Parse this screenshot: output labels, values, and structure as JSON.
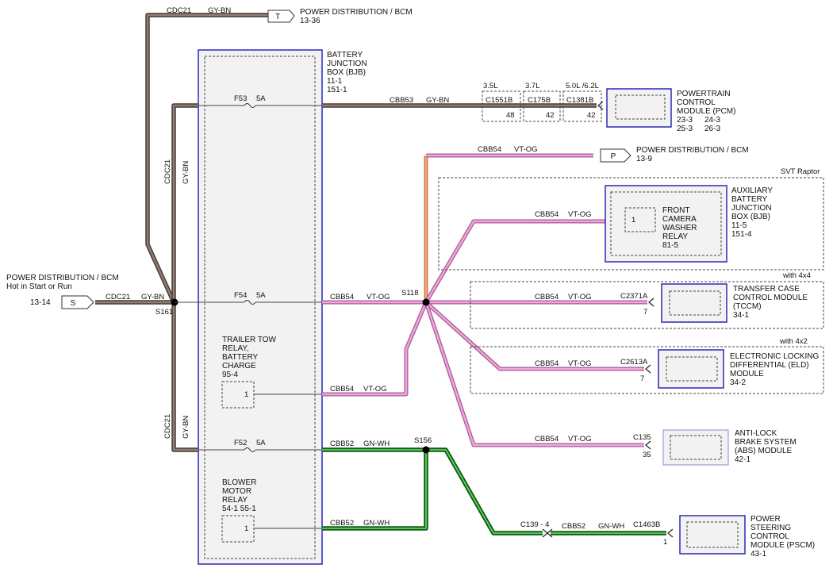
{
  "bjb": {
    "title": [
      "BATTERY",
      "JUNCTION",
      "BOX (BJB)"
    ],
    "refs": [
      "11-1",
      "151-1"
    ]
  },
  "top_connector": {
    "wire": "CDC21",
    "color": "GY-BN",
    "letter": "T",
    "dest": "POWER DISTRIBUTION / BCM",
    "page": "13-36"
  },
  "left_connector": {
    "title": "POWER DISTRIBUTION / BCM",
    "note": "Hot in Start or Run",
    "page": "13-14",
    "letter": "S",
    "wire": "CDC21",
    "color": "GY-BN",
    "splice": "S161"
  },
  "vertical_labels": {
    "upper_wire": "CDC21",
    "upper_color": "GY-BN",
    "lower_wire": "CDC21",
    "lower_color": "GY-BN"
  },
  "fuses": {
    "f53": {
      "name": "F53",
      "rating": "5A"
    },
    "f54": {
      "name": "F54",
      "rating": "5A"
    },
    "f52": {
      "name": "F52",
      "rating": "5A"
    }
  },
  "pcm_circuit": {
    "wire": "CBB53",
    "color": "GY-BN",
    "variants": [
      {
        "engine": "3.5L",
        "conn": "C1551B",
        "pin": "48"
      },
      {
        "engine": "3.7L",
        "conn": "C175B",
        "pin": "42"
      },
      {
        "engine": "5.0L /6.2L",
        "conn": "C1381B",
        "pin": "42"
      }
    ],
    "module": [
      "POWERTRAIN",
      "CONTROL",
      "MODULE (PCM)"
    ],
    "refs": [
      "23-3",
      "24-3",
      "25-3",
      "26-3"
    ]
  },
  "p_connector": {
    "wire": "CBB54",
    "color": "VT-OG",
    "letter": "P",
    "dest": "POWER DISTRIBUTION / BCM",
    "page": "13-9"
  },
  "svt": {
    "option": "SVT Raptor",
    "wire": "CBB54",
    "color": "VT-OG",
    "module": [
      "AUXILIARY",
      "BATTERY",
      "JUNCTION",
      "BOX (BJB)"
    ],
    "refs": [
      "11-5",
      "151-4"
    ],
    "relay_pin": "1",
    "relay": [
      "FRONT",
      "CAMERA",
      "WASHER",
      "RELAY"
    ],
    "relay_ref": "81-5"
  },
  "main_pink": {
    "wire": "CBB54",
    "color": "VT-OG",
    "splice": "S118"
  },
  "tccm": {
    "option": "with 4x4",
    "wire": "CBB54",
    "color": "VT-OG",
    "conn": "C2371A",
    "pin": "7",
    "module": [
      "TRANSFER CASE",
      "CONTROL MODULE",
      "(TCCM)"
    ],
    "ref": "34-1"
  },
  "eld": {
    "option": "with 4x2",
    "wire": "CBB54",
    "color": "VT-OG",
    "conn": "C2613A",
    "pin": "7",
    "module": [
      "ELECTRONIC LOCKING",
      "DIFFERENTIAL (ELD)",
      "MODULE"
    ],
    "ref": "34-2"
  },
  "abs": {
    "wire": "CBB54",
    "color": "VT-OG",
    "conn": "C135",
    "pin": "35",
    "module": [
      "ANTI-LOCK",
      "BRAKE SYSTEM",
      "(ABS) MODULE"
    ],
    "ref": "42-1"
  },
  "trailer_relay": {
    "title": [
      "TRAILER TOW",
      "RELAY,",
      "BATTERY",
      "CHARGE"
    ],
    "ref": "95-4",
    "pin": "1",
    "wire": "CBB54",
    "color": "VT-OG"
  },
  "green_main": {
    "wire": "CBB52",
    "color": "GN-WH",
    "splice": "S156"
  },
  "blower_relay": {
    "title": [
      "BLOWER",
      "MOTOR",
      "RELAY"
    ],
    "refs": "54-1  55-1",
    "pin": "1",
    "wire": "CBB52",
    "color": "GN-WH"
  },
  "pscm": {
    "inline_conn": "C139 - 4",
    "wire": "CBB52",
    "color": "GN-WH",
    "conn": "C1463B",
    "pin": "1",
    "module": [
      "POWER",
      "STEERING",
      "CONTROL",
      "MODULE (PSCM)"
    ],
    "ref": "43-1"
  },
  "colors": {
    "gy_bn_wire": "#4a3b35",
    "vt_og_wire": "#f3a6dc",
    "og_wire": "#f6a679",
    "gn_wh_wire": "#0f5a12",
    "module_border": "#2a2ab8",
    "module_fill": "#f2f2f2"
  }
}
